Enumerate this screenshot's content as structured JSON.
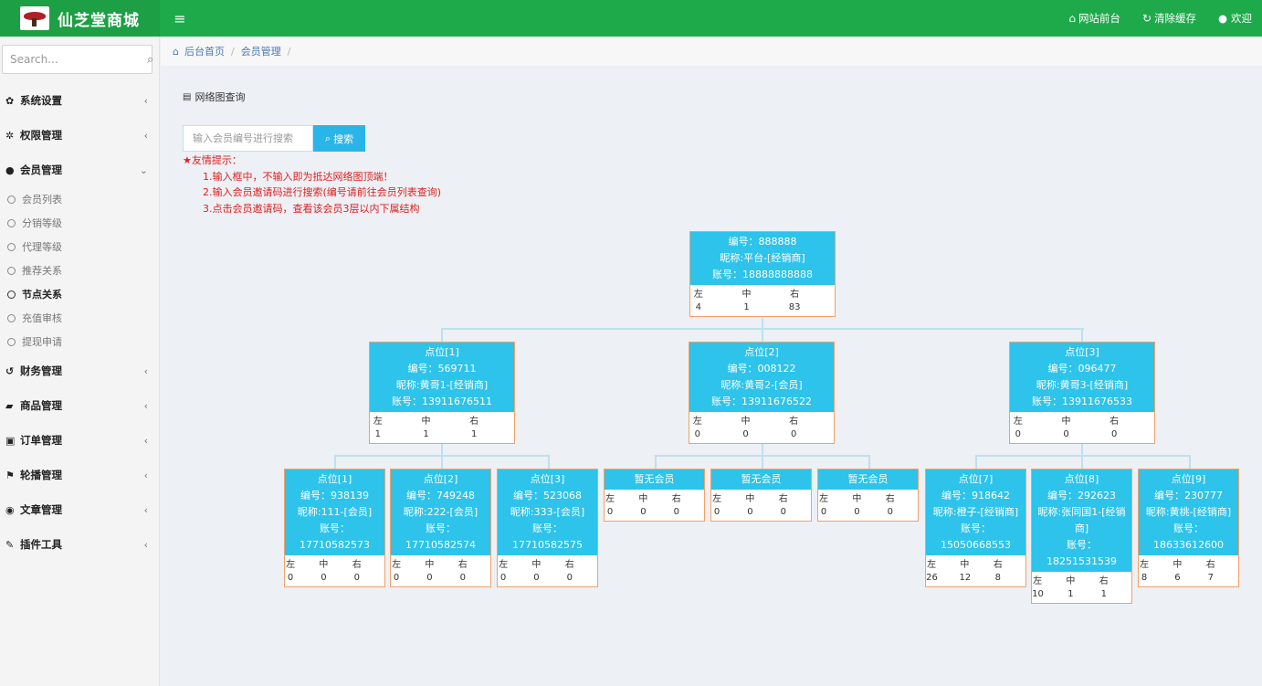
{
  "header": {
    "logo_text": "仙芝堂商城",
    "menu_icon": "bars-icon",
    "links": [
      {
        "icon": "home-icon",
        "label": "网站前台"
      },
      {
        "icon": "refresh-icon",
        "label": "清除缓存"
      }
    ],
    "user_label": "欢迎"
  },
  "sidebar": {
    "search_placeholder": "Search...",
    "items": [
      {
        "icon": "gear-icon",
        "label": "系统设置"
      },
      {
        "icon": "gears-icon",
        "label": "权限管理"
      },
      {
        "icon": "user-icon",
        "label": "会员管理"
      },
      {
        "icon": "history-icon",
        "label": "财务管理"
      },
      {
        "icon": "book-icon",
        "label": "商品管理"
      },
      {
        "icon": "money-icon",
        "label": "订单管理"
      },
      {
        "icon": "flag-icon",
        "label": "轮播管理"
      },
      {
        "icon": "comments-icon",
        "label": "文章管理"
      },
      {
        "icon": "wrench-icon",
        "label": "插件工具"
      }
    ],
    "subitems": [
      "会员列表",
      "分销等级",
      "代理等级",
      "推荐关系",
      "节点关系",
      "充值审核",
      "提现申请"
    ]
  },
  "breadcrumb": {
    "home": "后台首页",
    "current": "会员管理",
    "sep": "/"
  },
  "panel": {
    "title": "网络图查询",
    "search_placeholder": "输入会员编号进行搜索",
    "search_button": "搜索",
    "tips_title": "★友情提示：",
    "tips": [
      "1.输入框中，不输入即为抵达网络图顶端！",
      "2.输入会员邀请码进行搜索(编号请前往会员列表查询)",
      "3.点击会员邀请码，查看该会员3层以内下属结构"
    ]
  },
  "tree": {
    "labels": {
      "left": "左",
      "mid": "中",
      "right": "右"
    },
    "root": {
      "lines": [
        "编号：888888",
        "昵称:平台-[经销商]",
        "账号：18888888888"
      ],
      "left": "4",
      "mid": "1",
      "right": "83"
    },
    "level1": [
      {
        "lines": [
          "点位[1]",
          "编号：569711",
          "昵称:黄哥1-[经销商]",
          "账号：13911676511"
        ],
        "left": "1",
        "mid": "1",
        "right": "1"
      },
      {
        "lines": [
          "点位[2]",
          "编号：008122",
          "昵称:黄哥2-[会员]",
          "账号：13911676522"
        ],
        "left": "0",
        "mid": "0",
        "right": "0"
      },
      {
        "lines": [
          "点位[3]",
          "编号：096477",
          "昵称:黄哥3-[经销商]",
          "账号：13911676533"
        ],
        "left": "0",
        "mid": "0",
        "right": "0"
      }
    ],
    "level2": [
      {
        "lines": [
          "点位[1]",
          "编号：938139",
          "昵称:111-[会员]",
          "账号：17710582573"
        ],
        "left": "0",
        "mid": "0",
        "right": "0"
      },
      {
        "lines": [
          "点位[2]",
          "编号：749248",
          "昵称:222-[会员]",
          "账号：17710582574"
        ],
        "left": "0",
        "mid": "0",
        "right": "0"
      },
      {
        "lines": [
          "点位[3]",
          "编号：523068",
          "昵称:333-[会员]",
          "账号：17710582575"
        ],
        "left": "0",
        "mid": "0",
        "right": "0"
      },
      {
        "lines": [
          "暂无会员"
        ],
        "left": "0",
        "mid": "0",
        "right": "0"
      },
      {
        "lines": [
          "暂无会员"
        ],
        "left": "0",
        "mid": "0",
        "right": "0"
      },
      {
        "lines": [
          "暂无会员"
        ],
        "left": "0",
        "mid": "0",
        "right": "0"
      },
      {
        "lines": [
          "点位[7]",
          "编号：918642",
          "昵称:橙子-[经销商]",
          "账号：15050668553"
        ],
        "left": "26",
        "mid": "12",
        "right": "8"
      },
      {
        "lines": [
          "点位[8]",
          "编号：292623",
          "昵称:张同国1-[经销商]",
          "账号：18251531539"
        ],
        "left": "10",
        "mid": "1",
        "right": "1"
      },
      {
        "lines": [
          "点位[9]",
          "编号：230777",
          "昵称:黄桃-[经销商]",
          "账号：18633612600"
        ],
        "left": "8",
        "mid": "6",
        "right": "7"
      }
    ]
  }
}
